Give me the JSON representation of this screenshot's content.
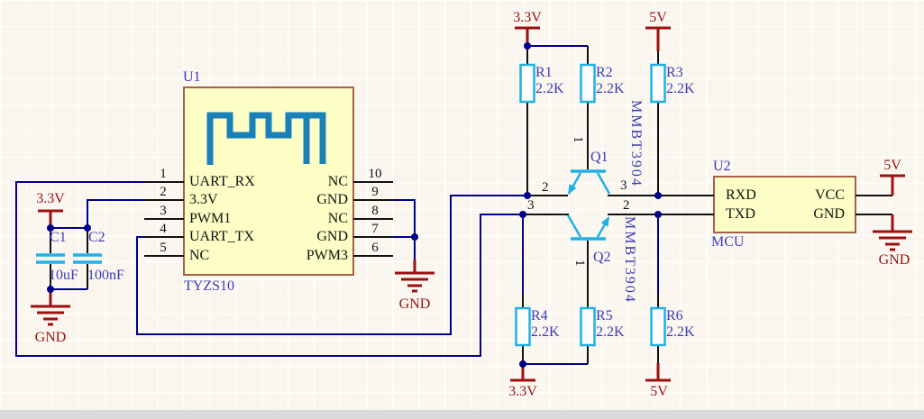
{
  "schematic": {
    "components": {
      "u1": {
        "designator": "U1",
        "part_label": "TYZS10",
        "logo": "pulse-waveform-logo",
        "pins_left": [
          {
            "num": "1",
            "name": "UART_RX"
          },
          {
            "num": "2",
            "name": "3.3V"
          },
          {
            "num": "3",
            "name": "PWM1"
          },
          {
            "num": "4",
            "name": "UART_TX"
          },
          {
            "num": "5",
            "name": "NC"
          }
        ],
        "pins_right": [
          {
            "num": "10",
            "name": "NC"
          },
          {
            "num": "9",
            "name": "GND"
          },
          {
            "num": "8",
            "name": "NC"
          },
          {
            "num": "7",
            "name": "GND"
          },
          {
            "num": "6",
            "name": "PWM3"
          }
        ]
      },
      "u2": {
        "designator": "U2",
        "part_label": "MCU",
        "pins_left": [
          {
            "name": "RXD"
          },
          {
            "name": "TXD"
          }
        ],
        "pins_right": [
          {
            "name": "VCC"
          },
          {
            "name": "GND"
          }
        ]
      },
      "capacitors": [
        {
          "designator": "C1",
          "value": "10uF"
        },
        {
          "designator": "C2",
          "value": "100nF"
        }
      ],
      "resistors": [
        {
          "designator": "R1",
          "value": "2.2K"
        },
        {
          "designator": "R2",
          "value": "2.2K"
        },
        {
          "designator": "R3",
          "value": "2.2K"
        },
        {
          "designator": "R4",
          "value": "2.2K"
        },
        {
          "designator": "R5",
          "value": "2.2K"
        },
        {
          "designator": "R6",
          "value": "2.2K"
        }
      ],
      "transistors": [
        {
          "designator": "Q1",
          "part": "MMBT3904",
          "pin_base": "1",
          "pin_emitter": "2",
          "pin_collector": "3"
        },
        {
          "designator": "Q2",
          "part": "MMBT3904",
          "pin_base": "1",
          "pin_emitter": "2",
          "pin_collector": "3"
        }
      ]
    },
    "power_flags": {
      "caps_33": "3.3V",
      "top_33": "3.3V",
      "top_5v": "5V",
      "mcu_5v": "5V",
      "bottom_33": "3.3V",
      "bottom_5v": "5V"
    },
    "gnd_flags": {
      "caps": "GND",
      "u1": "GND",
      "mcu": "GND"
    },
    "colors": {
      "wire_blue": "#00008C",
      "lead_black": "#111111",
      "symbol_cyan": "#1FB0E8",
      "power_red": "#9B1010",
      "label_blue": "#3C3CB4",
      "chip_fill": "#FDFDC6",
      "chip_border": "#A5604A",
      "logo_blue": "#1A80B8",
      "background": "#FAF6EE",
      "footer_gray": "#DADADA"
    }
  }
}
